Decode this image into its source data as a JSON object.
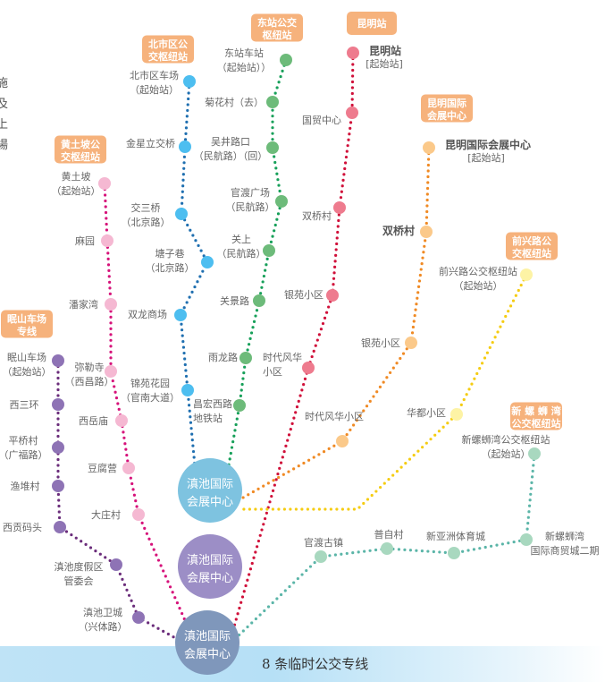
{
  "edge_text": [
    "施",
    "及",
    "上",
    "場"
  ],
  "banner": "8 条临时公交专线",
  "hubs": [
    {
      "label": [
        "滇池国际",
        "会展中心"
      ],
      "color": "#7ec3e0"
    },
    {
      "label": [
        "滇池国际",
        "会展中心"
      ],
      "color": "#9c8ec6"
    },
    {
      "label": [
        "滇池国际",
        "会展中心"
      ],
      "color": "#7f97bb"
    }
  ],
  "lines": [
    {
      "tag": [
        "北市区公",
        "交枢纽站"
      ],
      "dot": "#1f6fb0",
      "fill": "#4dbef0",
      "stations": [
        {
          "label": [
            "北市区车场",
            "（起始站）"
          ]
        },
        {
          "label": [
            "金星立交桥"
          ]
        },
        {
          "label": [
            "交三桥",
            "（北京路）"
          ]
        },
        {
          "label": [
            "塘子巷",
            "（北京路）"
          ]
        },
        {
          "label": [
            "双龙商场"
          ]
        },
        {
          "label": [
            "锦苑花园",
            "（官南大道）"
          ]
        }
      ]
    },
    {
      "tag": [
        "东站公交",
        "枢纽站"
      ],
      "dot": "#17a05a",
      "fill": "#6dbb7a",
      "stations": [
        {
          "label": [
            "东站车站",
            "（起始站））"
          ]
        },
        {
          "label": [
            "菊花村（去）"
          ]
        },
        {
          "label": [
            "吴井路口",
            "（民航路）（回）"
          ]
        },
        {
          "label": [
            "官渡广场",
            "（民航路）"
          ]
        },
        {
          "label": [
            "关上",
            "（民航路）"
          ]
        },
        {
          "label": [
            "关景路"
          ]
        },
        {
          "label": [
            "雨龙路"
          ]
        },
        {
          "label": [
            "昌宏西路",
            "地铁站"
          ]
        }
      ]
    },
    {
      "tag": [
        "昆明站"
      ],
      "dot": "#d0103a",
      "fill": "#ee7b8e",
      "stations": [
        {
          "label": [
            "昆明站",
            "[起始站]"
          ]
        },
        {
          "label": [
            "国贸中心"
          ]
        },
        {
          "label": [
            "双桥村"
          ]
        },
        {
          "label": [
            "银苑小区"
          ]
        },
        {
          "label": [
            "时代风华",
            "小区"
          ]
        }
      ]
    },
    {
      "tag": [
        "昆明国际",
        "会展中心"
      ],
      "dot": "#f08a24",
      "fill": "#fbc98a",
      "stations": [
        {
          "label": [
            "昆明国际会展中心",
            "[起始站]"
          ]
        },
        {
          "label": [
            "双桥村"
          ]
        },
        {
          "label": [
            "银苑小区"
          ]
        },
        {
          "label": [
            "时代风华小区"
          ]
        }
      ]
    },
    {
      "tag": [
        "前兴路公",
        "交枢纽站"
      ],
      "dot": "#f5cc12",
      "fill": "#fdf3a5",
      "stations": [
        {
          "label": [
            "前兴路公交枢纽站",
            "（起始站）"
          ]
        },
        {
          "label": [
            "华都小区"
          ]
        }
      ]
    },
    {
      "tag": [
        "黄土坡公",
        "交枢纽站"
      ],
      "dot": "#d6127a",
      "fill": "#f5b8d2",
      "stations": [
        {
          "label": [
            "黄土坡",
            "（起始站）"
          ]
        },
        {
          "label": [
            "麻园"
          ]
        },
        {
          "label": [
            "潘家湾"
          ]
        },
        {
          "label": [
            "弥勒寺",
            "（西昌路）"
          ]
        },
        {
          "label": [
            "西岳庙"
          ]
        },
        {
          "label": [
            "豆腐营"
          ]
        },
        {
          "label": [
            "大庄村"
          ]
        }
      ]
    },
    {
      "tag": [
        "眠山车场",
        "专线"
      ],
      "dot": "#6b2d7b",
      "fill": "#8e73b5",
      "stations": [
        {
          "label": [
            "眠山车场",
            "（起始站）"
          ]
        },
        {
          "label": [
            "西三环"
          ]
        },
        {
          "label": [
            "平桥村",
            "（广福路）"
          ]
        },
        {
          "label": [
            "渔堆村"
          ]
        },
        {
          "label": [
            "西贡码头"
          ]
        },
        {
          "label": [
            "滇池度假区",
            "管委会"
          ]
        },
        {
          "label": [
            "滇池卫城",
            "（兴体路）"
          ]
        }
      ]
    },
    {
      "tag": [
        "新 螺 蛳 湾",
        "公交枢纽站"
      ],
      "dot": "#5bb5a8",
      "fill": "#a8d8bf",
      "stations": [
        {
          "label": [
            "新螺蛳湾公交枢纽站",
            "（起始站）"
          ]
        },
        {
          "label": [
            "新螺蛳湾",
            "国际商贸城二期"
          ]
        },
        {
          "label": [
            "新亚洲体育城"
          ]
        },
        {
          "label": [
            "普自村"
          ]
        },
        {
          "label": [
            "官渡古镇"
          ]
        }
      ]
    }
  ]
}
